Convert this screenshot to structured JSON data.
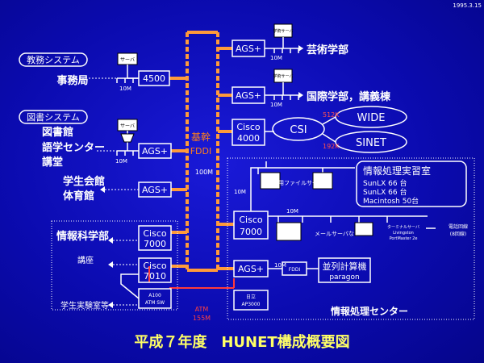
{
  "date": "1995.3.15",
  "title": "平成７年度　HUNET構成概要図",
  "system_labels": {
    "kyomu": "教務システム",
    "tosho": "図書システム"
  },
  "locations": {
    "jimukyoku": "事務局",
    "toshokan": "図書館",
    "gogaku": "語学センター",
    "kodo": "講堂",
    "gakusei": "学生会館",
    "taiikukan": "体育館",
    "joho_gakubu": "情報科学部",
    "koza": "講座",
    "jikken": "学生実験室等",
    "geijutsu": "芸術学部",
    "kokusai": "国際学部，講義棟",
    "center": "情報処理センター",
    "jisshu": "情報処理実習室"
  },
  "devices": {
    "r4500": "4500",
    "ags1": "AGS+",
    "ags2": "AGS+",
    "ags_top1": "AGS+",
    "ags_top2": "AGS+",
    "ags_bottom": "AGS+",
    "cisco4000": [
      "Cisco",
      "4000"
    ],
    "cisco7000a": [
      "Cisco",
      "7000"
    ],
    "cisco7010": [
      "Cisco",
      "7010"
    ],
    "cisco7000b": [
      "Cisco",
      "7000"
    ],
    "atm_sw": [
      "A100",
      "ATM SW"
    ],
    "ap3000": [
      "日立",
      "AP3000"
    ],
    "parallel": [
      "並列計算機",
      "paragon"
    ],
    "fddi_box": "FDDI"
  },
  "backbone": {
    "label1": "基幹",
    "label2": "FDDI",
    "speed": "100M"
  },
  "atm": {
    "label": "ATM",
    "speed": "155M"
  },
  "speeds": {
    "s10m_1": "10M",
    "s10m_2": "10M",
    "s10m_3": "10M",
    "s10m_4": "10M",
    "s10m_5": "10M",
    "s10m_6": "10M",
    "s10m_7": "10M",
    "s512k": "512K",
    "s192k": "192K"
  },
  "servers": {
    "server1": "サーバ",
    "server2": "サーバ",
    "server3": "学術サーバ",
    "server4": "学術サーバ",
    "edu_file": "教育用ファイルサーバ",
    "mail": "メールサーバなど",
    "terminal": [
      "ターミナルサーバ",
      "Livingston",
      "PortMaster 2e"
    ],
    "phone": [
      "電話回線",
      "(8回線)"
    ]
  },
  "external": {
    "csi": "CSI",
    "wide": "WIDE",
    "sinet": "SINET"
  },
  "lab_machines": [
    "SunLX 66 台",
    "SunLX 66 台",
    "Macintosh 50台"
  ]
}
